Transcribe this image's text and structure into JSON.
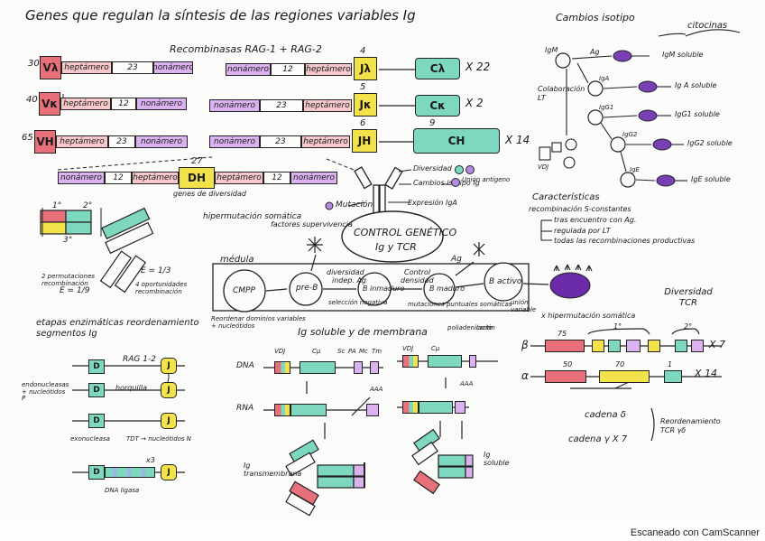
{
  "title": "Genes que regulan la síntesis de las regiones variables Ig",
  "recombinasas": "Recombinasas RAG-1 + RAG-2",
  "light_lambda": {
    "count": "30",
    "v": "Vλ",
    "hepta": "heptámero",
    "spacer": "23",
    "nona": "nonámero"
  },
  "light_kappa": {
    "count": "40",
    "v": "Vκ",
    "hepta": "heptámero",
    "spacer": "12",
    "nona": "nonámero"
  },
  "heavy": {
    "count": "65",
    "v": "VH",
    "hepta": "heptámero",
    "spacer": "23",
    "nona": "nonámero"
  },
  "j_lambda": {
    "count": "4",
    "nona": "nonámero",
    "spacer": "12",
    "hepta": "heptámero",
    "j": "Jλ",
    "c": "Cλ",
    "chrom": "X 22"
  },
  "j_kappa": {
    "count": "5",
    "nona": "nonámero",
    "spacer": "23",
    "hepta": "heptámero",
    "j": "Jκ",
    "c": "Cκ",
    "chrom": "X 2"
  },
  "j_heavy": {
    "count": "6",
    "count_c": "9",
    "nona": "nonámero",
    "spacer": "23",
    "hepta": "heptámero",
    "j": "JH",
    "c": "CH",
    "chrom": "X 14"
  },
  "d_row": {
    "count": "27",
    "nona1": "nonámero",
    "sp1": "12",
    "hepta1": "heptámero",
    "d": "DH",
    "hepta2": "heptámero",
    "sp2": "12",
    "nona2": "nonámero",
    "caption": "genes de diversidad"
  },
  "antibody_notes": {
    "diversidad": "Diversidad",
    "cambios": "Cambios isotipo Ig",
    "expresion": "Expresión IgA",
    "union": "Unión antígeno"
  },
  "mutacion": "Mutación",
  "hipermutacion": "hipermutación somática",
  "factores": "factores supervivencia",
  "control": {
    "line1": "CONTROL GENÉTICO",
    "line2": "Ig y TCR"
  },
  "medula": "médula",
  "cells": {
    "cmp": "CMPP",
    "preb": "pre-B",
    "b_inmaduro": "B inmaduro",
    "b_maduro": "B maduro",
    "activo": "B activo"
  },
  "flow_labels": {
    "diversidad": "diversidad",
    "indep": "indep. Ag",
    "seleccion": "selección negativa",
    "control": "Control",
    "densidad": "densidad",
    "ag": "Ag",
    "rearr": "Reordenar dominios variables + nucleótidos",
    "mut": "mutaciones puntuales somáticas",
    "union": "unión variable"
  },
  "combos": {
    "perm": "2 permutaciones recombinación",
    "e1": "E = 1/3",
    "e2": "E = 1/9",
    "cuatro": "4 oportunidades recombinación",
    "exon1": "1°",
    "exon2": "2°",
    "exon3": "3°"
  },
  "etapas": {
    "title": "etapas enzimáticas reordenamiento segmentos Ig",
    "rag": "RAG 1-2",
    "endo": "endonucleasas + nucleótidos P",
    "horq": "horquilla",
    "exo": "exonucleasa",
    "tdt": "TDT → nucleótidos N",
    "union": "DNA ligasa",
    "x3": "x3",
    "d": "D",
    "j": "J"
  },
  "soluble": {
    "title": "Ig soluble y de membrana",
    "dna": "DNA",
    "rna": "RNA",
    "vdj": "VDJ",
    "cu": "Cμ",
    "sc": "Sc",
    "pa": "PA",
    "mc": "Mc",
    "tm": "Tm",
    "aaa": "AAA",
    "membrana": "Ig transmembrana",
    "sol": "Ig soluble",
    "lbl_c1": "Cμ",
    "pol": "poliadenilación",
    "corte": "corte"
  },
  "isotipo": {
    "title": "Cambios isotipo",
    "citocinas": "citocinas",
    "igm": "IgM",
    "ag": "Ag",
    "colab": "Colaboración LT",
    "a": "IgA",
    "g1": "IgG1",
    "g2": "IgG2",
    "e": "IgE",
    "r_m": "IgM soluble",
    "r_a": "Ig A soluble",
    "r_g1": "IgG1 soluble",
    "r_g2": "IgG2 soluble",
    "r_e": "IgE soluble",
    "vdj": "VDJ"
  },
  "caracteristicas": {
    "title": "Características",
    "sub": "recombinación S-constantes",
    "b1": "tras encuentro con Ag.",
    "b2": "regulada por LT",
    "b3": "todas las recombinaciones productivas"
  },
  "tcr": {
    "title": "Diversidad TCR",
    "hiper": "x hipermutación somática",
    "beta": "β",
    "alpha": "α",
    "n75": "75",
    "n1": "1°",
    "n2": "2°",
    "n50": "50",
    "n70": "70",
    "n1b": "1",
    "chr7": "X 7",
    "chr14": "X 14",
    "delta": "cadena δ",
    "gamma": "cadena γ X 7",
    "reord": "Reordenamiento TCR γδ"
  },
  "footer": "Escaneado con CamScanner"
}
